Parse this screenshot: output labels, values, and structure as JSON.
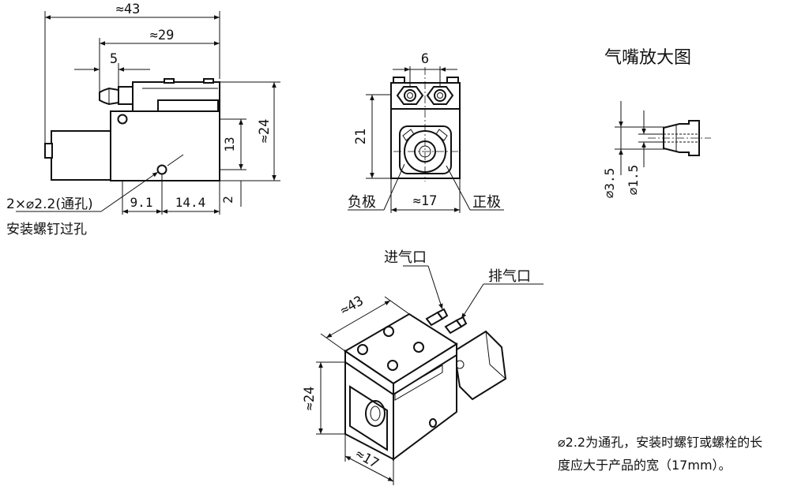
{
  "side_view": {
    "dim_overall": "≈43",
    "dim_body": "≈29",
    "dim_nozzle": "5",
    "dim_height": "≈24",
    "dim_hole_height": "13",
    "dim_hole_bottom": "2",
    "dim_hole_x": "9.1",
    "dim_hole_spacing": "14.4",
    "hole_label_line1": "2×⌀2.2(通孔)",
    "hole_label_line2": "安装螺钉过孔"
  },
  "front_view": {
    "dim_port_spacing": "6",
    "dim_height": "21",
    "dim_width": "≈17",
    "label_negative": "负极",
    "label_positive": "正极"
  },
  "nozzle_detail": {
    "title": "气嘴放大图",
    "dim_outer": "⌀3.5",
    "dim_inner": "⌀1.5"
  },
  "iso_view": {
    "label_inlet": "进气口",
    "label_exhaust": "排气口",
    "dim_length": "≈43",
    "dim_height": "≈24",
    "dim_width": "≈17"
  },
  "note": {
    "line1": "⌀2.2为通孔，安装时螺钉或螺栓的长",
    "line2": "度应大于产品的宽（17mm）。"
  }
}
